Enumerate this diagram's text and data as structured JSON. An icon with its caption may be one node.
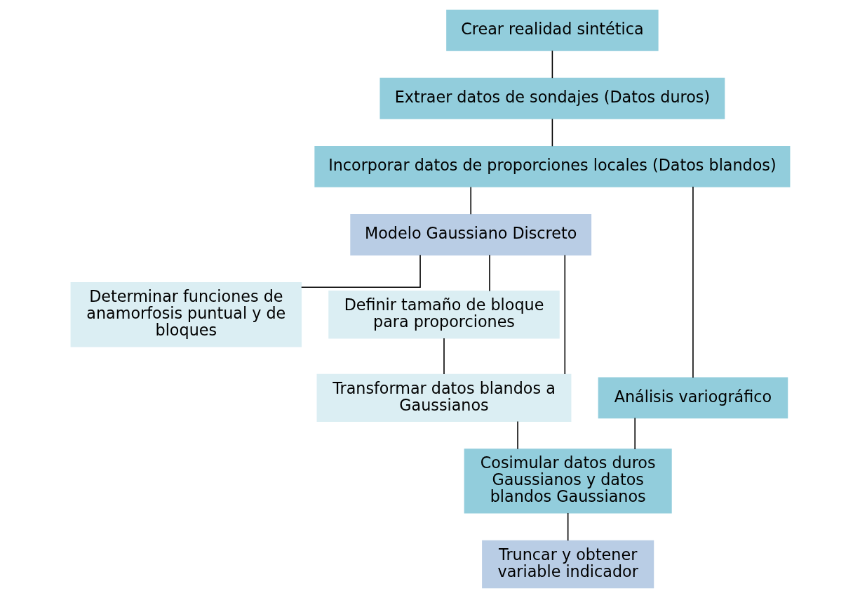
{
  "diagram": {
    "nodes": [
      {
        "text": [
          "Crear realidad sintética"
        ]
      },
      {
        "text": [
          "Extraer datos de sondajes (Datos duros)"
        ]
      },
      {
        "text": [
          "Incorporar datos de proporciones locales (Datos blandos)"
        ]
      },
      {
        "text": [
          "Modelo Gaussiano Discreto"
        ]
      },
      {
        "text": [
          "Análisis variográfico"
        ]
      },
      {
        "text": [
          "Determinar funciones de anamorfosis puntual y de bloques"
        ]
      },
      {
        "text": [
          "Definir tamaño de bloque para proporciones"
        ]
      },
      {
        "text": [
          "Transformar datos blandos a Gaussianos"
        ]
      },
      {
        "text": [
          "Cosimular datos duros Gaussianos y datos blandos Gaussianos"
        ]
      },
      {
        "text": [
          "Truncar y obtener variable indicador"
        ]
      }
    ],
    "edges": [
      {
        "from": 0,
        "to": 1,
        "arrow": "none"
      },
      {
        "from": 1,
        "to": 2,
        "arrow": "none"
      },
      {
        "from": 2,
        "to": 3,
        "arrow": "none"
      },
      {
        "from": 2,
        "to": 4,
        "arrow": "none"
      },
      {
        "from": 3,
        "to": 5,
        "arrow": "none"
      },
      {
        "from": 3,
        "to": 6,
        "arrow": "none"
      },
      {
        "from": 3,
        "to": 7,
        "arrow": "none"
      },
      {
        "from": 6,
        "to": 7,
        "arrow": "none"
      },
      {
        "from": 4,
        "to": 8,
        "arrow": "none"
      },
      {
        "from": 7,
        "to": 8,
        "arrow": "none"
      },
      {
        "from": 8,
        "to": 9,
        "arrow": "none"
      }
    ]
  }
}
